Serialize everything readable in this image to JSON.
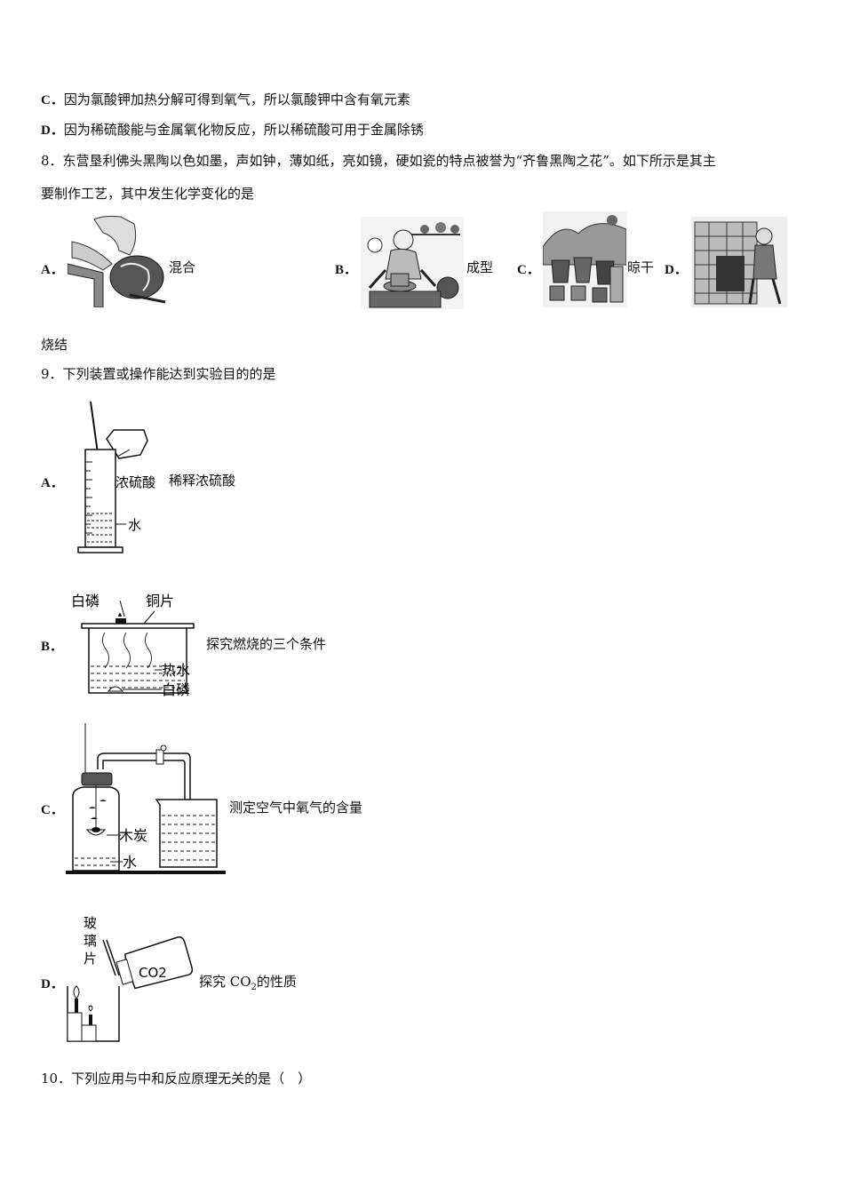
{
  "lines": {
    "c_opt": "C．",
    "c_text": "因为氯酸钾加热分解可得到氧气，所以氯酸钾中含有氧元素",
    "d_opt": "D．",
    "d_text": "因为稀硫酸能与金属氧化物反应，所以稀硫酸可用于金属除锈",
    "q8_line1": "8．东营垦利佛头黑陶以色如墨，声如钟，薄如纸，亮如镜，硬如瓷的特点被誉为“齐鲁黑陶之花”。如下所示是其主",
    "q8_line2": "要制作工艺，其中发生化学变化的是",
    "q8_d_tail": "烧结",
    "q9": "9．下列装置或操作能达到实验目的的是",
    "q10": "10．下列应用与中和反应原理无关的是（　）"
  },
  "q8_options": [
    {
      "opt": "A．",
      "label": "混合",
      "icon": "mixing-clay-picture"
    },
    {
      "opt": "B．",
      "label": "成型",
      "icon": "potter-wheel-picture"
    },
    {
      "opt": "C．",
      "label": "晾干",
      "icon": "drying-pots-picture"
    },
    {
      "opt": "D．",
      "label": "",
      "icon": "kiln-firing-picture"
    }
  ],
  "q9_options": [
    {
      "opt": "A．",
      "label": "稀释浓硫酸",
      "fig_labels": [
        "浓硫酸",
        "水"
      ]
    },
    {
      "opt": "B．",
      "label": "探究燃烧的三个条件",
      "fig_labels": [
        "白磷",
        "铜片",
        "热水",
        "白磷"
      ]
    },
    {
      "opt": "C．",
      "label": "测定空气中氧气的含量",
      "fig_labels": [
        "木炭",
        "水"
      ]
    },
    {
      "opt": "D．",
      "label_pre": "探究 CO",
      "label_sub": "2",
      "label_post": "的性质",
      "fig_labels": [
        "玻",
        "璃",
        "片",
        "CO2"
      ]
    }
  ]
}
